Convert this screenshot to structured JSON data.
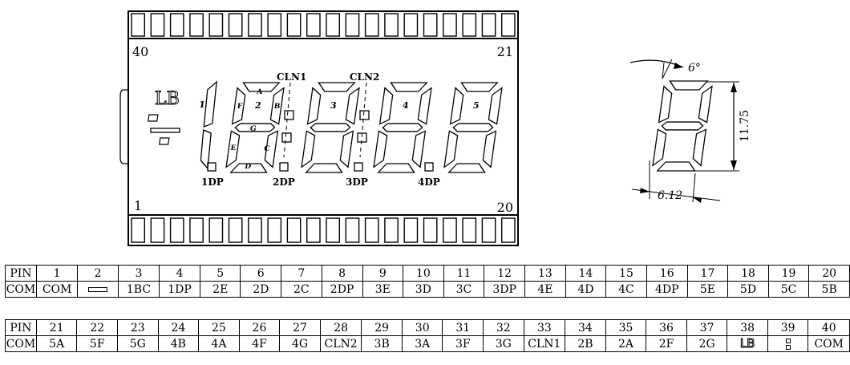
{
  "panel": {
    "corner_labels": {
      "top_left": "40",
      "top_right": "21",
      "bottom_left": "1",
      "bottom_right": "20"
    },
    "digit_numbers": [
      "1",
      "2",
      "3",
      "4",
      "5"
    ],
    "segment_letters": [
      "A",
      "B",
      "C",
      "D",
      "E",
      "F",
      "G"
    ],
    "colon_labels": [
      "CLN1",
      "CLN2"
    ],
    "dp_labels": [
      "1DP",
      "2DP",
      "3DP",
      "4DP"
    ],
    "lb_label": "LB"
  },
  "dimension": {
    "angle": "6°",
    "height": "11.75",
    "width": "6.12"
  },
  "pin_tables": [
    {
      "pins": [
        "PIN",
        "1",
        "2",
        "3",
        "4",
        "5",
        "6",
        "7",
        "8",
        "9",
        "10",
        "11",
        "12",
        "13",
        "14",
        "15",
        "16",
        "17",
        "18",
        "19",
        "20"
      ],
      "segments": [
        "COM",
        "COM",
        "minus-sign-icon",
        "1BC",
        "1DP",
        "2E",
        "2D",
        "2C",
        "2DP",
        "3E",
        "3D",
        "3C",
        "3DP",
        "4E",
        "4D",
        "4C",
        "4DP",
        "5E",
        "5D",
        "5C",
        "5B"
      ]
    },
    {
      "pins": [
        "PIN",
        "21",
        "22",
        "23",
        "24",
        "25",
        "26",
        "27",
        "28",
        "29",
        "30",
        "31",
        "32",
        "33",
        "34",
        "35",
        "36",
        "37",
        "38",
        "39",
        "40"
      ],
      "segments": [
        "COM",
        "5A",
        "5F",
        "5G",
        "4B",
        "4A",
        "4F",
        "4G",
        "CLN2",
        "3B",
        "3A",
        "3F",
        "3G",
        "CLN1",
        "2B",
        "2A",
        "2F",
        "2G",
        "LB",
        "colon-dots-icon",
        "COM"
      ]
    }
  ]
}
